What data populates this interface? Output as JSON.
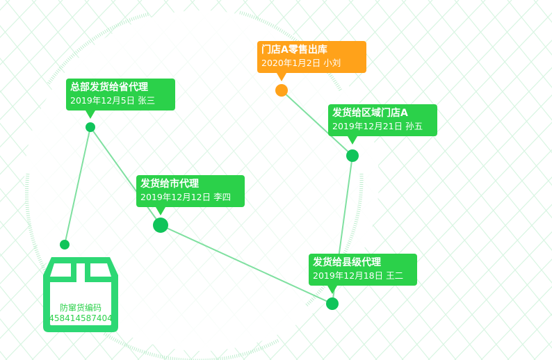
{
  "events": [
    {
      "title": "总部发货给省代理",
      "detail": "2019年12月5日   张三"
    },
    {
      "title": "门店A零售出库",
      "detail": "2020年1月2日   小刘"
    },
    {
      "title": "发货给区域门店A",
      "detail": "2019年12月21日  孙五"
    },
    {
      "title": "发货给市代理",
      "detail": "2019年12月12日 李四"
    },
    {
      "title": "发货给县级代理",
      "detail": "2019年12月18日 王二"
    }
  ],
  "package": {
    "label": "防窜货编码",
    "code": "458414587404"
  },
  "colors": {
    "green": "#2bd14a",
    "orange": "#ffa21a",
    "dot": "#10c45a",
    "line": "#7fe0a0"
  }
}
